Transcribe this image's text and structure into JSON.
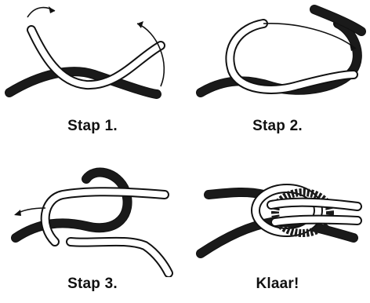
{
  "steps": [
    {
      "caption": "Stap 1."
    },
    {
      "caption": "Stap 2."
    },
    {
      "caption": "Stap 3."
    },
    {
      "caption": "Klaar!"
    }
  ]
}
